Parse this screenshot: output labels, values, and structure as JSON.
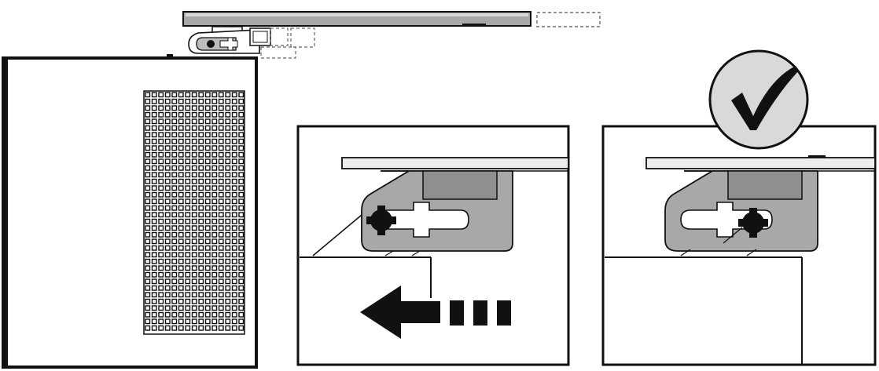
{
  "figure": {
    "panels": [
      {
        "id": "overview",
        "content": "computer-chassis-with-mount-bracket"
      },
      {
        "id": "step-slide",
        "content": "bracket-slide-in-arrow-left"
      },
      {
        "id": "step-locked",
        "content": "bracket-locked-confirmed"
      }
    ],
    "icons": {
      "arrow": "arrow-left-icon",
      "check": "checkmark-icon",
      "screw": "screw-head-icon"
    },
    "colors": {
      "ink": "#111111",
      "bracket_fill": "#a8a8a8",
      "board_fill": "#eeeeee",
      "background": "#ffffff"
    }
  }
}
